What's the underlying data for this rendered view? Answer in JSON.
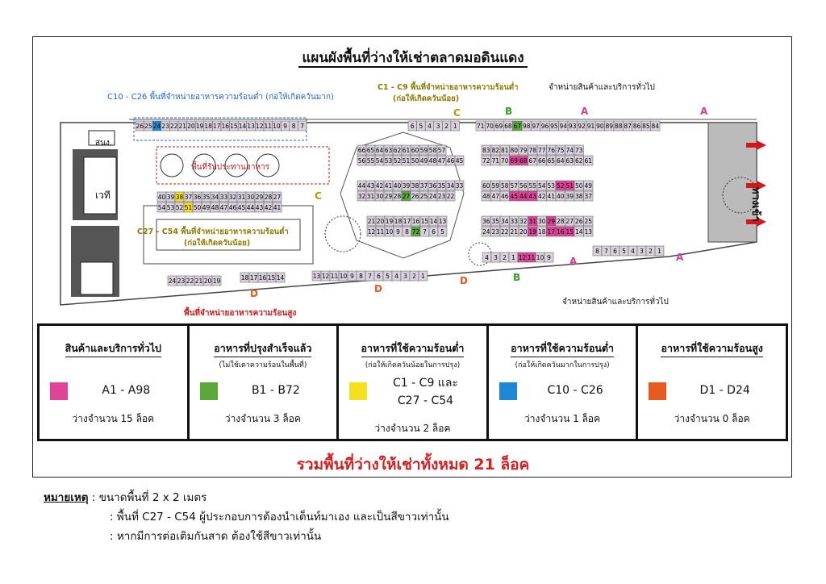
{
  "page_title": "แผนผังพื้นที่ว่างให้เช่าตลาดมอดินแดง",
  "zone_labels": {
    "c10_c26": "C10 - C26 พื้นที่จำหน่ายอาหารความร้อนต่ำ (ก่อให้เกิดควันมาก)",
    "c1_c9_title": "C1 - C9 พื้นที่จำหน่ายอาหารความร้อนต่ำ",
    "c1_c9_sub": "(ก่อให้เกิดควันน้อย)",
    "c27_c54_title": "C27 - C54 พื้นที่จำหน่ายอาหารความร้อนต่ำ",
    "c27_c54_sub": "(ก่อให้เกิดควันน้อย)",
    "dining": "พื้นที่รับประทานอาหาร",
    "general_top": "จำหน่ายสินค้าและบริการทั่วไป",
    "general_bottom": "จำหน่ายสินค้าและบริการทั่วไป",
    "high_heat": "พื้นที่จำหน่ายอาหารความร้อนสูง",
    "stage": "เวที",
    "office": "สนง.",
    "entrance": "ทางเข้า"
  },
  "stall_rows": {
    "c_top": [
      "26",
      "25",
      "24",
      "23",
      "22",
      "21",
      "20",
      "19",
      "18",
      "17",
      "16",
      "15",
      "14",
      "13",
      "12",
      "11",
      "10",
      "9",
      "8",
      "7"
    ],
    "c_top_right": [
      "6",
      "5",
      "4",
      "3",
      "2",
      "1"
    ],
    "a_top": [
      "71",
      "70",
      "69",
      "68",
      "67",
      "98",
      "97",
      "96",
      "95",
      "94",
      "93",
      "92",
      "91",
      "90",
      "89",
      "88",
      "87",
      "86",
      "85",
      "84"
    ],
    "b_hex_r1": [
      "66",
      "65",
      "64",
      "63",
      "62",
      "61",
      "60",
      "59",
      "58",
      "57"
    ],
    "b_hex_r2": [
      "56",
      "55",
      "54",
      "53",
      "52",
      "51",
      "50",
      "49",
      "48",
      "47",
      "46",
      "45"
    ],
    "b_hex_r3": [
      "44",
      "43",
      "42",
      "41",
      "40",
      "39",
      "38",
      "37",
      "36",
      "35",
      "34",
      "33"
    ],
    "b_hex_r4": [
      "32",
      "31",
      "30",
      "29",
      "28",
      "27",
      "26",
      "25",
      "24",
      "23",
      "22"
    ],
    "b_hex_r5": [
      "21",
      "20",
      "19",
      "18",
      "17",
      "16",
      "15",
      "14",
      "13"
    ],
    "b_hex_r6": [
      "12",
      "11",
      "10",
      "9",
      "8",
      "72",
      "7",
      "6",
      "5"
    ],
    "c_left_r1": [
      "40",
      "39",
      "38",
      "37",
      "36",
      "35",
      "34",
      "33",
      "32",
      "31",
      "30",
      "29",
      "28",
      "27"
    ],
    "c_left_r2": [
      "54",
      "53",
      "52",
      "51",
      "50",
      "49",
      "48",
      "47",
      "46",
      "45",
      "44",
      "43",
      "42",
      "41"
    ],
    "a_mid_r1": [
      "83",
      "82",
      "81",
      "80",
      "79",
      "78",
      "77",
      "76",
      "75",
      "74",
      "73"
    ],
    "a_mid_r2": [
      "72",
      "71",
      "70",
      "69",
      "68",
      "67",
      "66",
      "65",
      "64",
      "63",
      "62",
      "61"
    ],
    "a_mid_r3": [
      "60",
      "59",
      "58",
      "57",
      "56",
      "55",
      "54",
      "53",
      "52",
      "51",
      "50",
      "49"
    ],
    "a_mid_r4": [
      "48",
      "47",
      "46",
      "45",
      "44",
      "43",
      "42",
      "41",
      "40",
      "39",
      "38",
      "37"
    ],
    "a_mid_r5": [
      "36",
      "35",
      "34",
      "33",
      "32",
      "31",
      "30",
      "29",
      "28",
      "27",
      "26",
      "25"
    ],
    "a_mid_r6": [
      "24",
      "23",
      "22",
      "21",
      "20",
      "19",
      "18",
      "17",
      "16",
      "15",
      "14",
      "13"
    ],
    "a_bottom_mid": [
      "4",
      "3",
      "2",
      "1",
      "12",
      "11",
      "10",
      "9"
    ],
    "a_bottom_right": [
      "8",
      "7",
      "6",
      "5",
      "4",
      "3",
      "2",
      "1"
    ],
    "d_bottom_left": [
      "24",
      "23",
      "22",
      "21",
      "20",
      "19"
    ],
    "d_bottom_mid": [
      "18",
      "17",
      "16",
      "15",
      "14"
    ],
    "d_bottom_right": [
      "13",
      "12",
      "11",
      "10",
      "9",
      "8",
      "7",
      "6",
      "5",
      "4",
      "3",
      "2",
      "1"
    ]
  },
  "zone_letters": {
    "a": "A",
    "b": "B",
    "c": "C",
    "d": "D"
  },
  "legend": [
    {
      "title": "สินค้าและบริการทั่วไป",
      "sub": "",
      "range": "A1 - A98",
      "range2": "",
      "count": "ว่างจำนวน 15 ล็อค",
      "color": "#e0449a"
    },
    {
      "title": "อาหารที่ปรุงสำเร็จแล้ว",
      "sub": "(ไม่ใช้เตาความร้อนในพื้นที่)",
      "range": "B1 - B72",
      "range2": "",
      "count": "ว่างจำนวน 3 ล็อค",
      "color": "#5aa83a"
    },
    {
      "title": "อาหารที่ใช้ความร้อนต่ำ",
      "sub": "(ก่อให้เกิดควันน้อยในการปรุง)",
      "range": "C1 - C9 และ",
      "range2": "C27 - C54",
      "count": "ว่างจำนวน 2 ล็อค",
      "color": "#f4e01c"
    },
    {
      "title": "อาหารที่ใช้ความร้อนต่ำ",
      "sub": "(ก่อให้เกิดควันมากในการปรุง)",
      "range": "C10 - C26",
      "range2": "",
      "count": "ว่างจำนวน 1 ล็อค",
      "color": "#1e88d8"
    },
    {
      "title": "อาหารที่ใช้ความร้อนสูง",
      "sub": "",
      "range": "D1 - D24",
      "range2": "",
      "count": "ว่างจำนวน 0 ล็อค",
      "color": "#e85a20"
    }
  ],
  "total": "รวมพื้นที่ว่างให้เช่าทั้งหมด 21 ล็อค",
  "notes": {
    "label": "หมายเหตุ",
    "line1": ": ขนาดพื้นที่ 2 x 2 เมตร",
    "line2": ": พื้นที่ C27 - C54 ผู้ประกอบการต้องนำเต็นท์มาเอง และเป็นสีขาวเท่านั้น",
    "line3": ": หากมีการต่อเติมกันสาด ต้องใช้สีขาวเท่านั้น"
  }
}
